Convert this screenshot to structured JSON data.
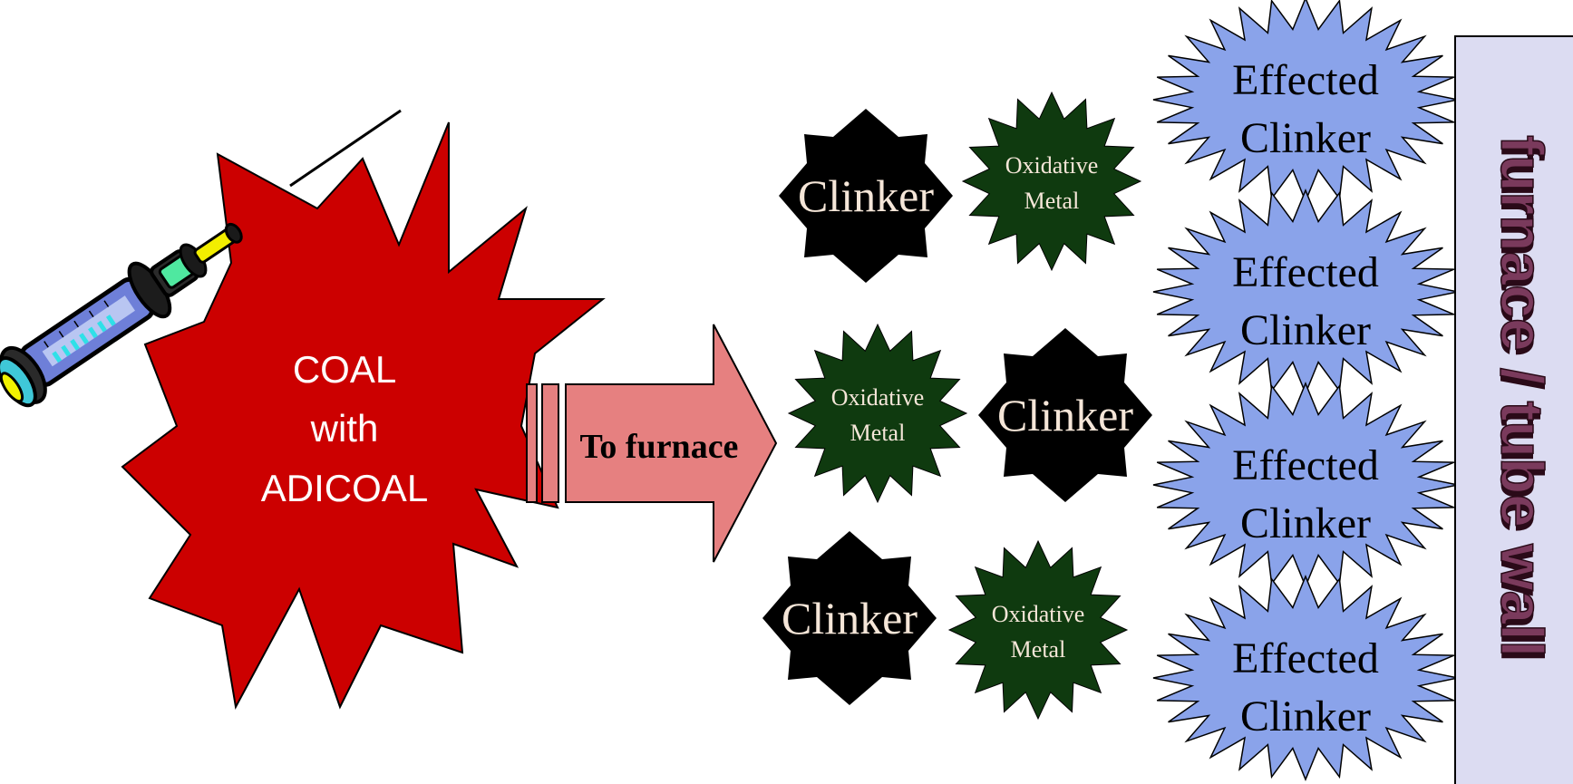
{
  "colors": {
    "burst_red": "#cc0000",
    "arrow_pink": "#e68080",
    "clinker_black": "#000000",
    "metal_green": "#0f3a0f",
    "effected_blue": "#8aa3ea",
    "wall_lavender": "#dcdcf2",
    "wall_text": "#5a1a3a",
    "clinker_text": "#f5e6d8"
  },
  "coal_burst": {
    "line1": "COAL",
    "line2": "with",
    "line3": "ADICOAL"
  },
  "arrow": {
    "label": "To furnace"
  },
  "clinker": {
    "label": "Clinker"
  },
  "oxidative_metal": {
    "line1": "Oxidative",
    "line2": "Metal"
  },
  "effected_clinker": {
    "line1": "Effected",
    "line2": "Clinker"
  },
  "wall": {
    "label": "furnace / tube wall"
  },
  "icons": {
    "syringe": "syringe-icon"
  }
}
